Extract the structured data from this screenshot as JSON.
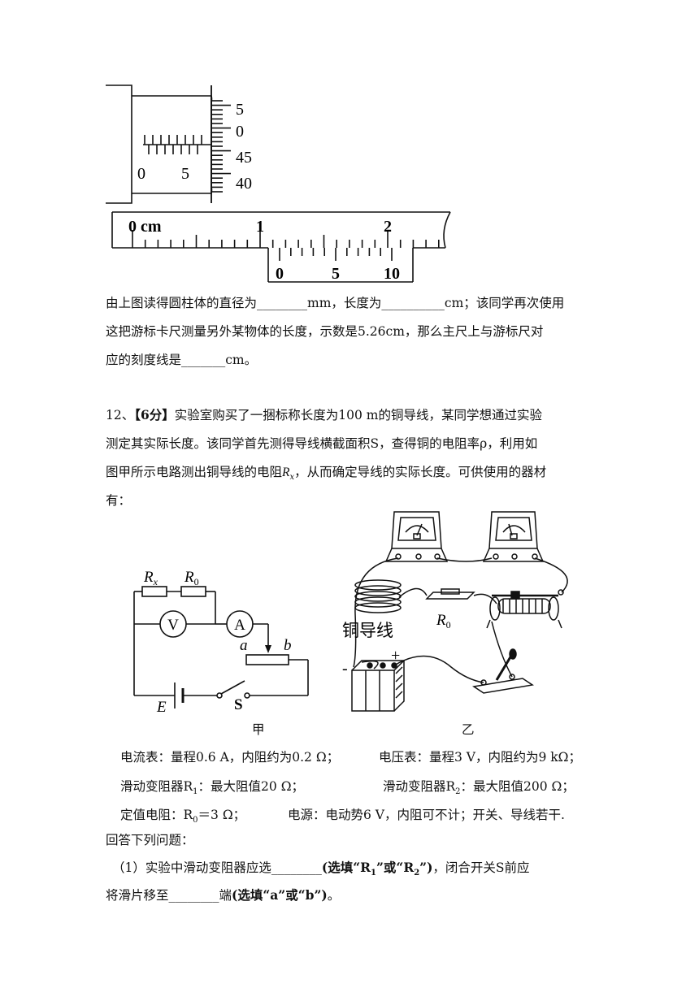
{
  "micrometer": {
    "sleeve_labels": [
      "0",
      "5"
    ],
    "thimble_labels": [
      "5",
      "0",
      "45",
      "40"
    ]
  },
  "caliper": {
    "main_labels": [
      "0 cm",
      "1",
      "2"
    ],
    "vernier_labels": [
      "0",
      "5",
      "10"
    ]
  },
  "q11": {
    "line1_a": "由上图读得圆柱体的直径为________mm，长度为__________cm；该同学再次使用",
    "line2": "这把游标卡尺测量另外某物体的长度，示数是5.26cm，那么主尺上与游标尺对",
    "line3": "应的刻度线是_______cm。"
  },
  "q12": {
    "number": "12、",
    "score": "【6分】",
    "line1": "实验室购买了一捆标称长度为100 m的铜导线，某同学想通过实验",
    "line2": "测定其实际长度。该同学首先测得导线横截面积S，查得铜的电阻率ρ，利用如",
    "line3_a": "图甲所示电路测出铜导线的电阻",
    "line3_sym": "R",
    "line3_sub": "x",
    "line3_b": "，从而确定导线的实际长度。可供使用的器材",
    "line4": "有："
  },
  "circuit_jia": {
    "Rx": "R",
    "Rx_sub": "x",
    "R0": "R",
    "R0_sub": "0",
    "V": "V",
    "A": "A",
    "a": "a",
    "b": "b",
    "E": "E",
    "S": "S",
    "caption": "甲"
  },
  "circuit_yi": {
    "wire_label": "铜导线",
    "R0": "R",
    "R0_sub": "0",
    "minus": "-",
    "plus": "+",
    "caption": "乙"
  },
  "equipment": {
    "ammeter": "电流表：量程0.6 A，内阻约为0.2 Ω；",
    "voltmeter": "电压表：量程3 V，内阻约为9 kΩ；",
    "r1_a": "滑动变阻器R",
    "r1_sub": "1",
    "r1_b": "：最大阻值20  Ω；",
    "r2_a": "滑动变阻器R",
    "r2_sub": "2",
    "r2_b": "：最大阻值200  Ω；",
    "r0_a": "定值电阻：R",
    "r0_sub": "0",
    "r0_b": "＝3 Ω；",
    "source": "电源：电动势6 V，内阻可不计；开关、导线若干.",
    "answer": "回答下列问题："
  },
  "sub1": {
    "part_a": "（1）实验中滑动变阻器应选________",
    "part_b": "(选填“R",
    "sub1": "1",
    "part_c": "”或“R",
    "sub2": "2",
    "part_d": "”)",
    "part_e": "，闭合开关S前应",
    "line2_a": "将滑片移至________端",
    "line2_b": "(选填“a”或“b”)",
    "line2_c": "。"
  }
}
